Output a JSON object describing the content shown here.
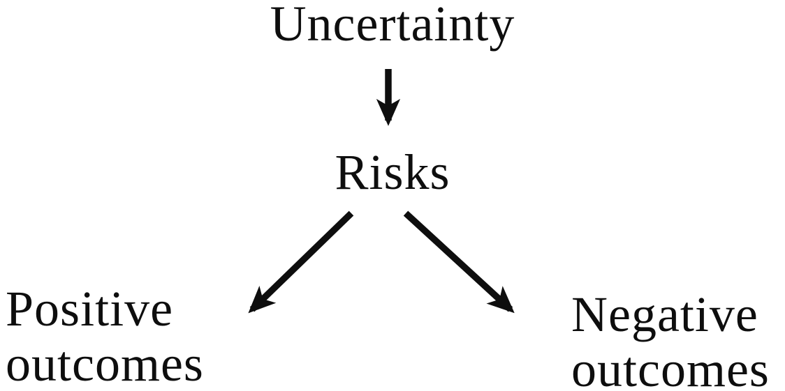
{
  "diagram": {
    "background_color": "#ffffff",
    "ink_color": "#0e0e0e",
    "nodes": [
      {
        "id": "uncertainty",
        "label": "Uncertainty"
      },
      {
        "id": "risks",
        "label": "Risks"
      },
      {
        "id": "positive-outcomes",
        "label": "Positive outcomes"
      },
      {
        "id": "negative-outcomes",
        "label": "Negative outcomes"
      }
    ],
    "edges": [
      {
        "from": "uncertainty",
        "to": "risks",
        "direction": "down"
      },
      {
        "from": "risks",
        "to": "positive-outcomes",
        "direction": "down-left"
      },
      {
        "from": "risks",
        "to": "negative-outcomes",
        "direction": "down-right"
      }
    ]
  }
}
